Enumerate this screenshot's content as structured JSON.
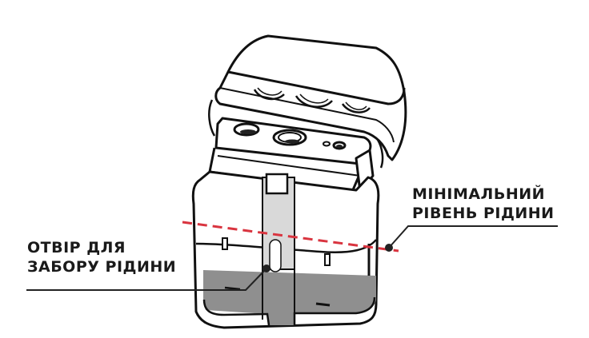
{
  "diagram": {
    "subject": "pod-cartridge",
    "colors": {
      "outline": "#111111",
      "liquid_fill": "#8f8f8f",
      "window_fill": "#d9d9d9",
      "min_level_line": "#d9343f",
      "leader_line": "#222222",
      "background": "#ffffff"
    },
    "labels": {
      "min_level": {
        "line1": "МІНІМАЛЬНИЙ",
        "line2": "РІВЕНЬ РІДИНИ"
      },
      "intake_hole": {
        "line1": "ОТВІР ДЛЯ",
        "line2": "ЗАБОРУ РІДИНИ"
      }
    }
  }
}
